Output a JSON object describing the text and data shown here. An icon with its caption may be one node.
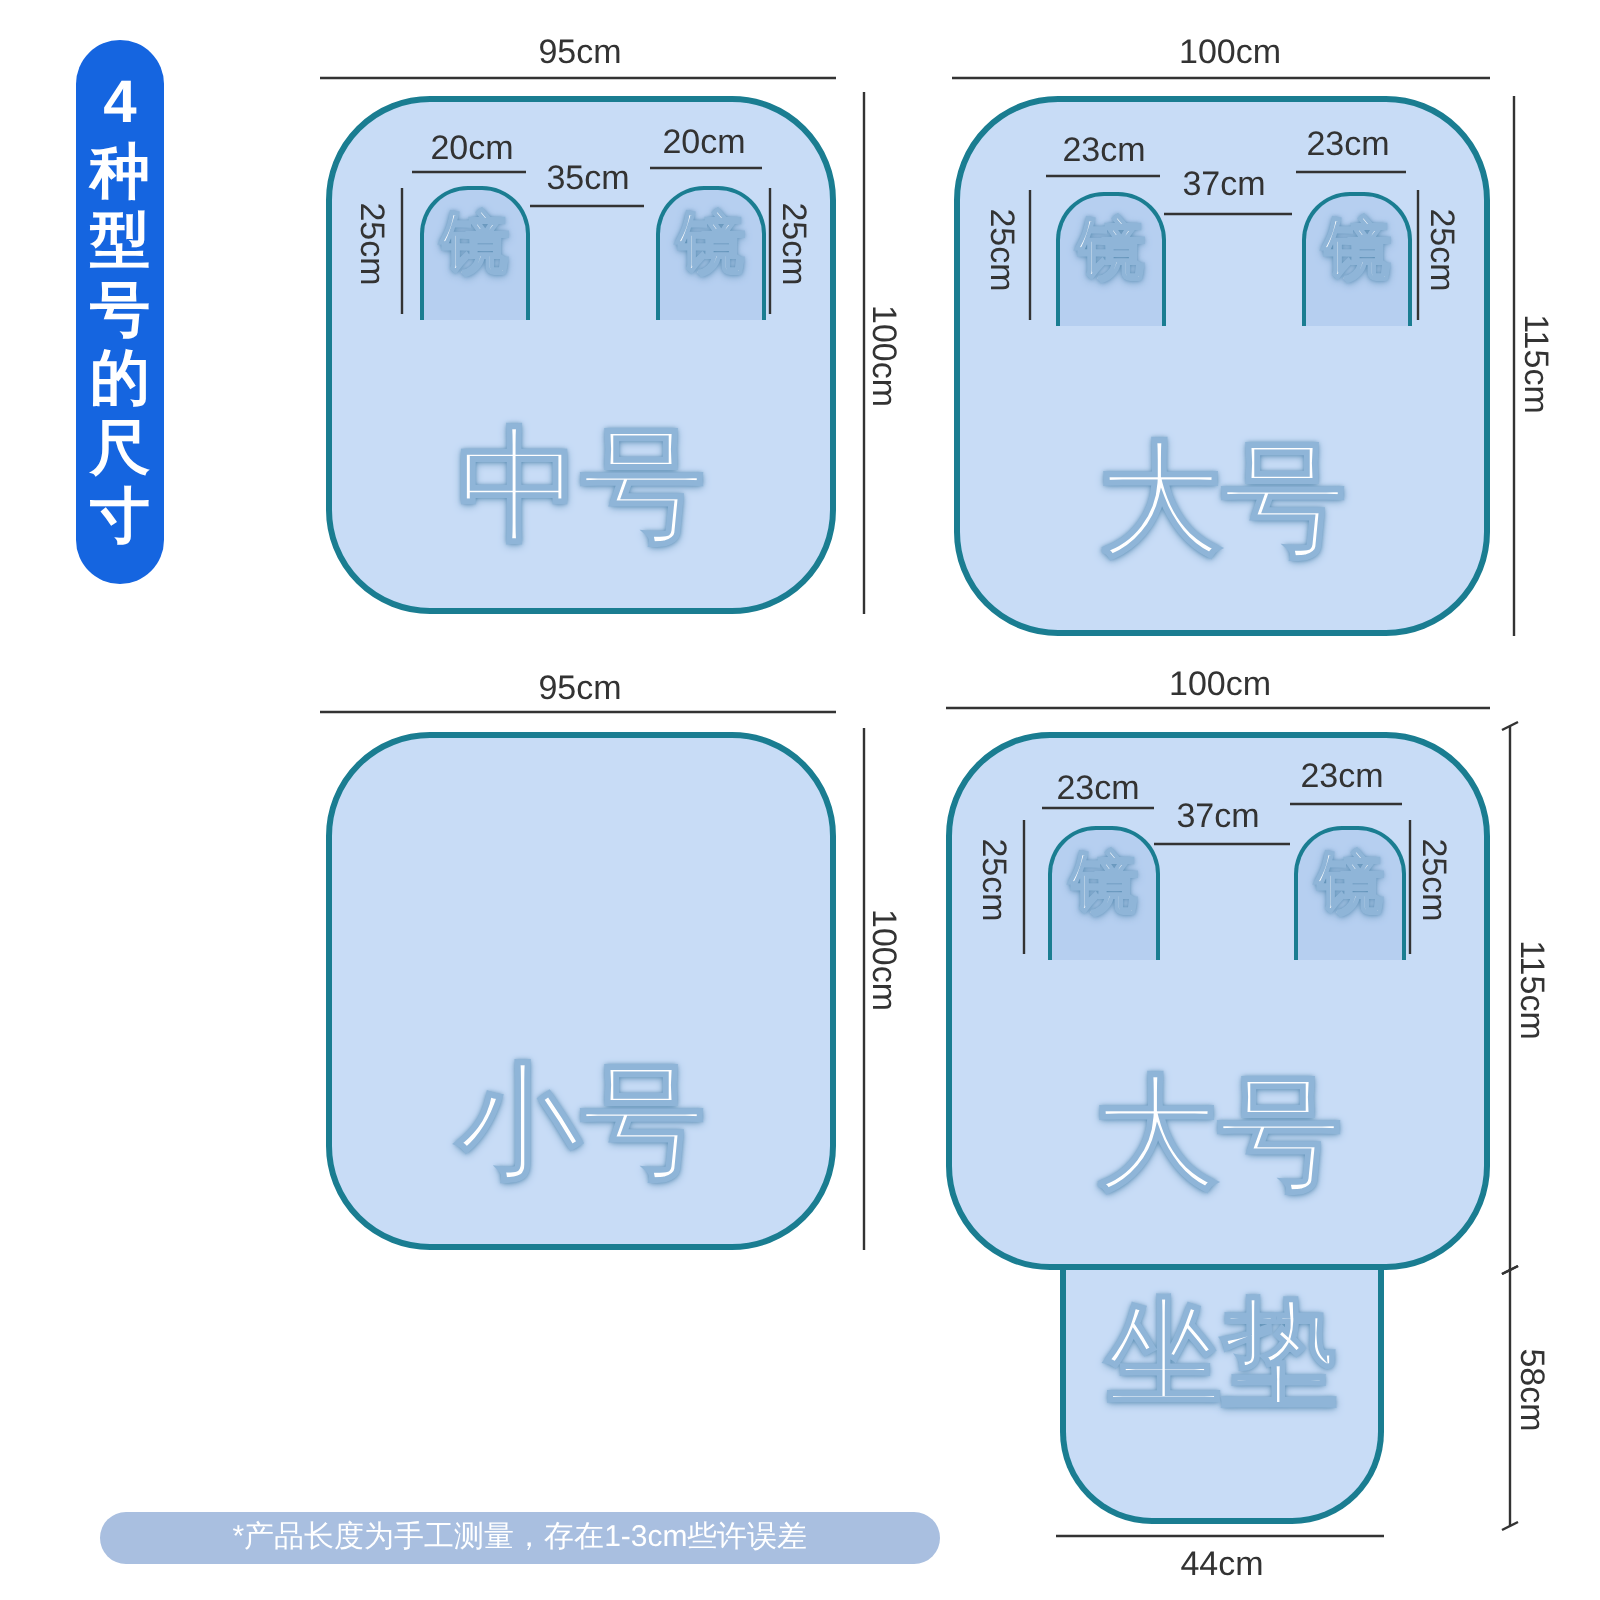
{
  "diagram": {
    "title": "4种型号的尺寸",
    "nodes": [
      {
        "text": [
          "中号"
        ]
      },
      {
        "text": [
          "镜"
        ],
        "in": 0
      },
      {
        "text": [
          "镜"
        ],
        "in": 0
      },
      {
        "text": [
          "大号"
        ]
      },
      {
        "text": [
          "镜"
        ],
        "in": 3
      },
      {
        "text": [
          "镜"
        ],
        "in": 3
      },
      {
        "text": [
          "小号"
        ]
      },
      {
        "text": [
          "大号"
        ]
      },
      {
        "text": [
          "镜"
        ],
        "in": 7
      },
      {
        "text": [
          "镜"
        ],
        "in": 7
      },
      {
        "text": [
          "坐垫"
        ]
      }
    ],
    "labels": [
      "95cm",
      "100cm",
      "20cm",
      "20cm",
      "23cm",
      "23cm",
      "35cm",
      "37cm",
      "25cm",
      "25cm",
      "100cm",
      "25cm",
      "25cm",
      "115cm",
      "95cm",
      "100cm",
      "23cm",
      "23cm",
      "37cm",
      "25cm",
      "25cm",
      "100cm",
      "115cm",
      "58cm",
      "44cm",
      "*产品长度为手工测量，存在1-3cm些许误差"
    ]
  }
}
